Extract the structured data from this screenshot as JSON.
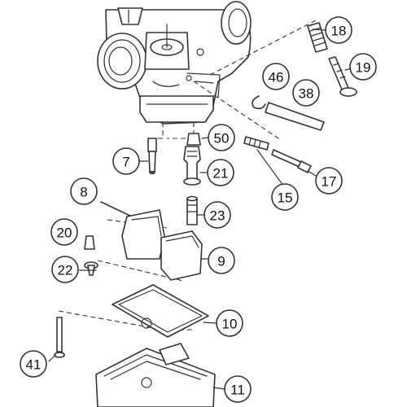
{
  "diagram": {
    "highlight_color": "#e0661c",
    "line_color": "#333333",
    "callouts": [
      {
        "id": "c18",
        "label": "18",
        "highlighted": false
      },
      {
        "id": "c19",
        "label": "19",
        "highlighted": false
      },
      {
        "id": "c46",
        "label": "46",
        "highlighted": false
      },
      {
        "id": "c38",
        "label": "38",
        "highlighted": false
      },
      {
        "id": "c50",
        "label": "50",
        "highlighted": false
      },
      {
        "id": "c7",
        "label": "7",
        "highlighted": false
      },
      {
        "id": "c21",
        "label": "21",
        "highlighted": false
      },
      {
        "id": "c17",
        "label": "17",
        "highlighted": false
      },
      {
        "id": "c15",
        "label": "15",
        "highlighted": false
      },
      {
        "id": "c8",
        "label": "8",
        "highlighted": false
      },
      {
        "id": "c23",
        "label": "23",
        "highlighted": true
      },
      {
        "id": "c20",
        "label": "20",
        "highlighted": false
      },
      {
        "id": "c9",
        "label": "9",
        "highlighted": false
      },
      {
        "id": "c22",
        "label": "22",
        "highlighted": false
      },
      {
        "id": "c10",
        "label": "10",
        "highlighted": false
      },
      {
        "id": "c41",
        "label": "41",
        "highlighted": false
      },
      {
        "id": "c11",
        "label": "11",
        "highlighted": false
      }
    ]
  }
}
